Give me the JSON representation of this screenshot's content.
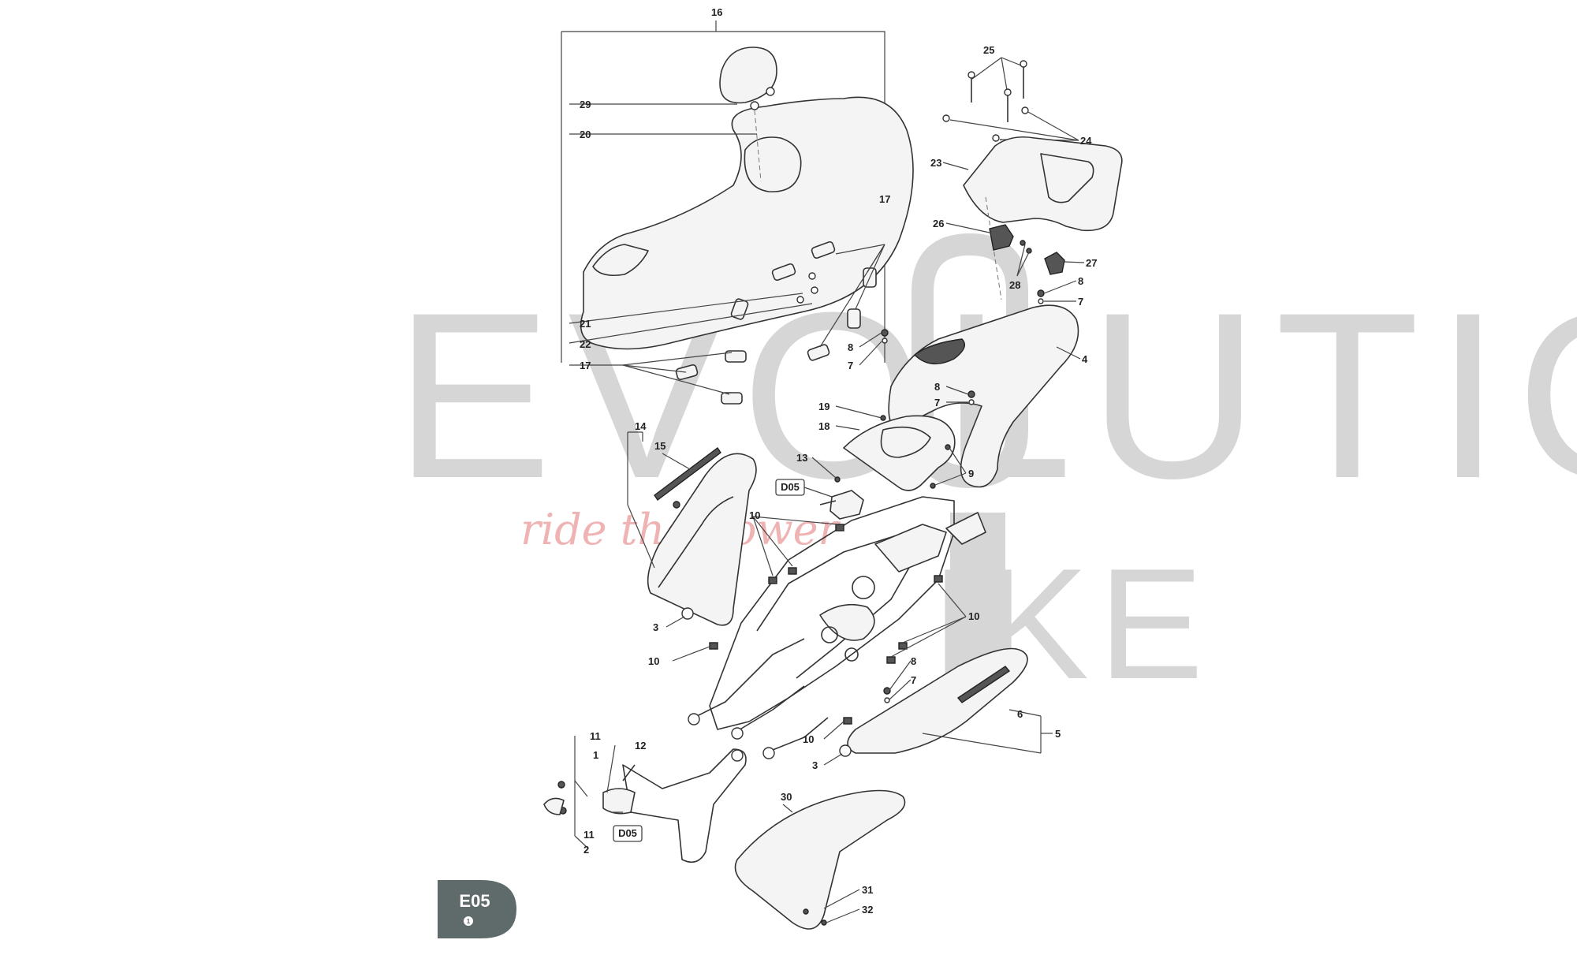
{
  "watermark": {
    "word1": "EVOLUTION",
    "word2": "IKE",
    "tagline": "ride the power"
  },
  "badge": {
    "code": "E05",
    "sub": "1",
    "color": "#5f6b6b"
  },
  "part_numbers": {
    "n1": "1",
    "n2": "2",
    "n3a": "3",
    "n3b": "3",
    "n4": "4",
    "n5": "5",
    "n6": "6",
    "n7a": "7",
    "n7b": "7",
    "n7c": "7",
    "n7d": "7",
    "n8a": "8",
    "n8b": "8",
    "n8c": "8",
    "n8d": "8",
    "n9": "9",
    "n10a": "10",
    "n10b": "10",
    "n10c": "10",
    "n10d": "10",
    "n11a": "11",
    "n11b": "11",
    "n12": "12",
    "n13": "13",
    "n14": "14",
    "n15": "15",
    "n16": "16",
    "n17a": "17",
    "n17b": "17",
    "n18": "18",
    "n19": "19",
    "n20": "20",
    "n21": "21",
    "n22": "22",
    "n23": "23",
    "n24": "24",
    "n25": "25",
    "n26": "26",
    "n27": "27",
    "n28": "28",
    "n29": "29",
    "n30": "30",
    "n31": "31",
    "n32": "32"
  },
  "refs": {
    "d05a": "D05",
    "d05b": "D05"
  }
}
